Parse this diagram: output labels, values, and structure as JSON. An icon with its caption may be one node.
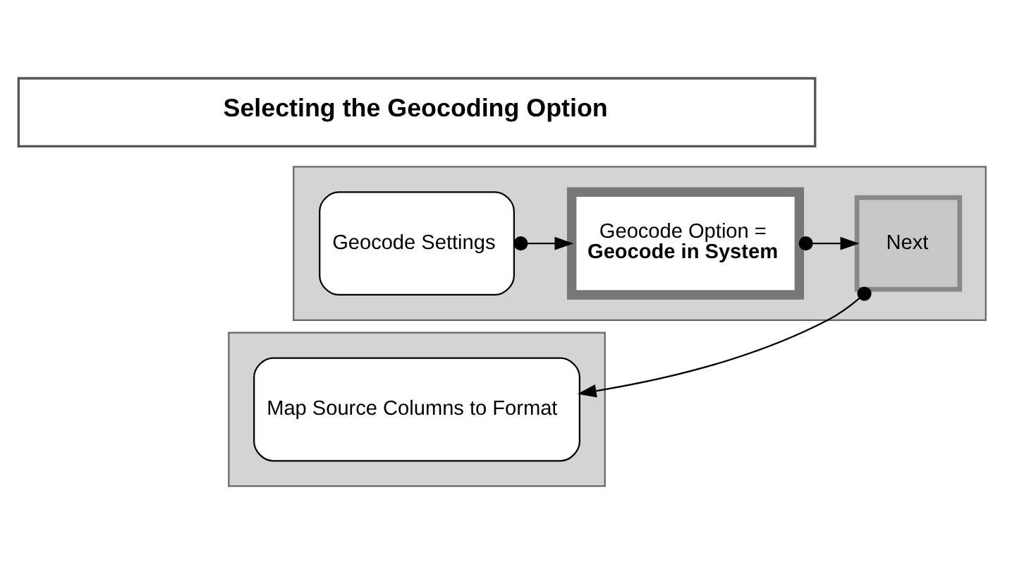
{
  "diagram": {
    "nodes": [
      {
        "text": [
          "Selecting the Geocoding Option"
        ]
      },
      {
        "text": [],
        "shape": "box"
      },
      {
        "text": [
          "Geocode Settings"
        ],
        "in": 1
      },
      {
        "text": [
          "Geocode Option =",
          "Geocode in System"
        ],
        "in": 1
      },
      {
        "text": [
          "Next"
        ],
        "in": 1
      },
      {
        "text": [],
        "shape": "box"
      },
      {
        "text": [
          "Map Source Columns to Format"
        ],
        "in": 5
      }
    ],
    "edges": [
      {
        "from": 2,
        "to": 3,
        "arrow": "to"
      },
      {
        "from": 3,
        "to": 4,
        "arrow": "to"
      },
      {
        "from": 4,
        "to": 6,
        "arrow": "to"
      }
    ]
  }
}
